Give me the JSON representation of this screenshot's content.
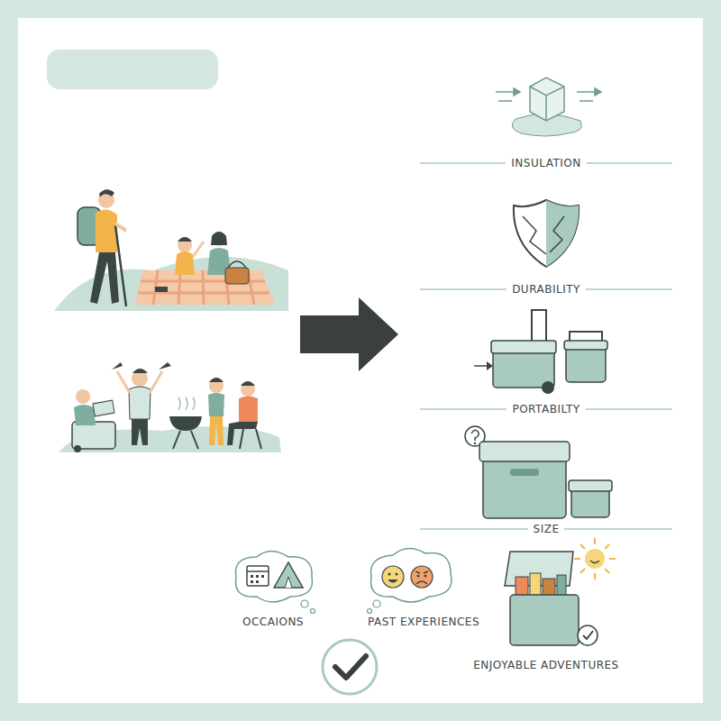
{
  "diagram": {
    "labels": [
      "INSULATION",
      "DURABILITY",
      "PORTABILTY",
      "SIZE",
      "OCCAIONS",
      "PAST EXPERIENCES",
      "ENJOYABLE ADVENTURES"
    ]
  }
}
